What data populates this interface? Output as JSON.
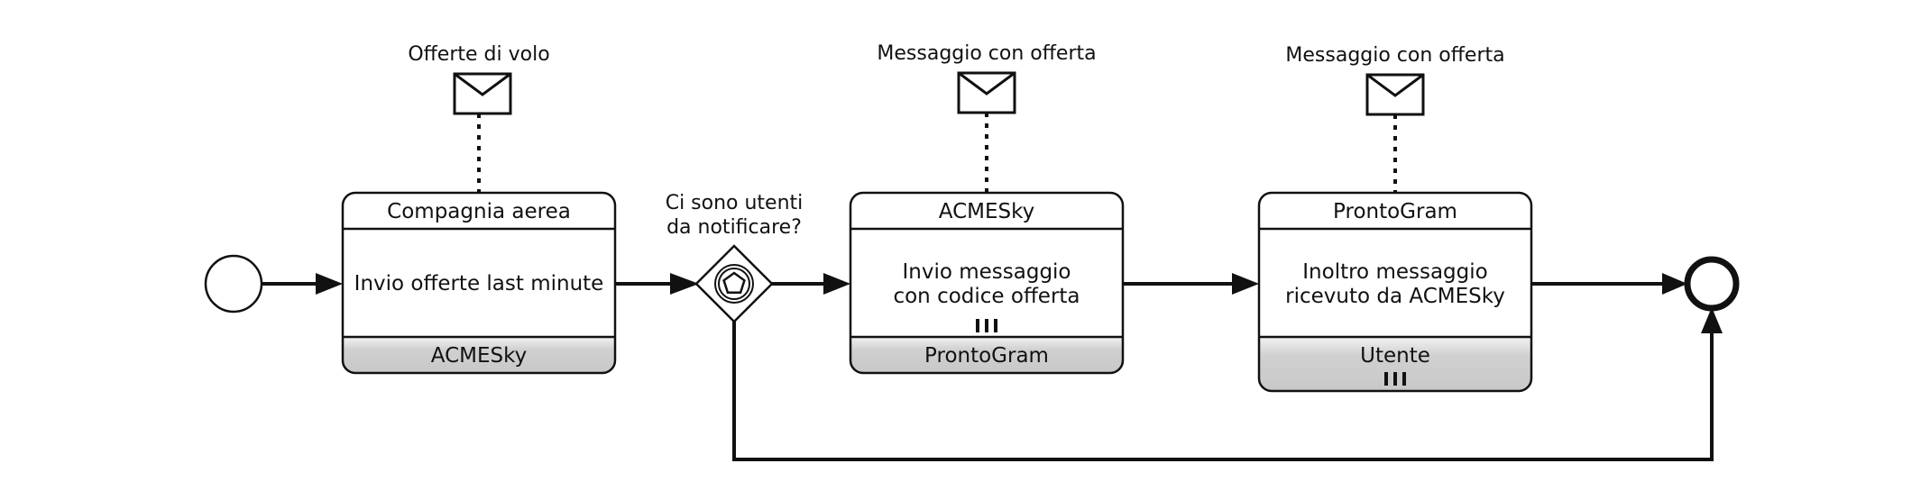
{
  "events": {
    "start": {
      "type": "start-event"
    },
    "end": {
      "type": "end-event"
    }
  },
  "messages": {
    "m1_label": "Offerte di volo",
    "m2_label": "Messaggio con offerta",
    "m3_label": "Messaggio con offerta"
  },
  "tasks": [
    {
      "header": "Compagnia aerea",
      "body_lines": [
        "Invio offerte last minute"
      ],
      "footer": "ACMESky",
      "multi_instance_body": false,
      "multi_instance_footer": false
    },
    {
      "header": "ACMESky",
      "body_lines": [
        "Invio messaggio",
        "con codice offerta"
      ],
      "footer": "ProntoGram",
      "multi_instance_body": true,
      "multi_instance_footer": false
    },
    {
      "header": "ProntoGram",
      "body_lines": [
        "Inoltro messaggio",
        "ricevuto da ACMESky"
      ],
      "footer": "Utente",
      "multi_instance_body": false,
      "multi_instance_footer": true
    }
  ],
  "gateway": {
    "type": "event-based-gateway",
    "label_lines": [
      "Ci sono utenti",
      "da notificare?"
    ]
  },
  "colors": {
    "stroke": "#111111",
    "footer_band": "#d0d0d0",
    "background": "#ffffff"
  }
}
